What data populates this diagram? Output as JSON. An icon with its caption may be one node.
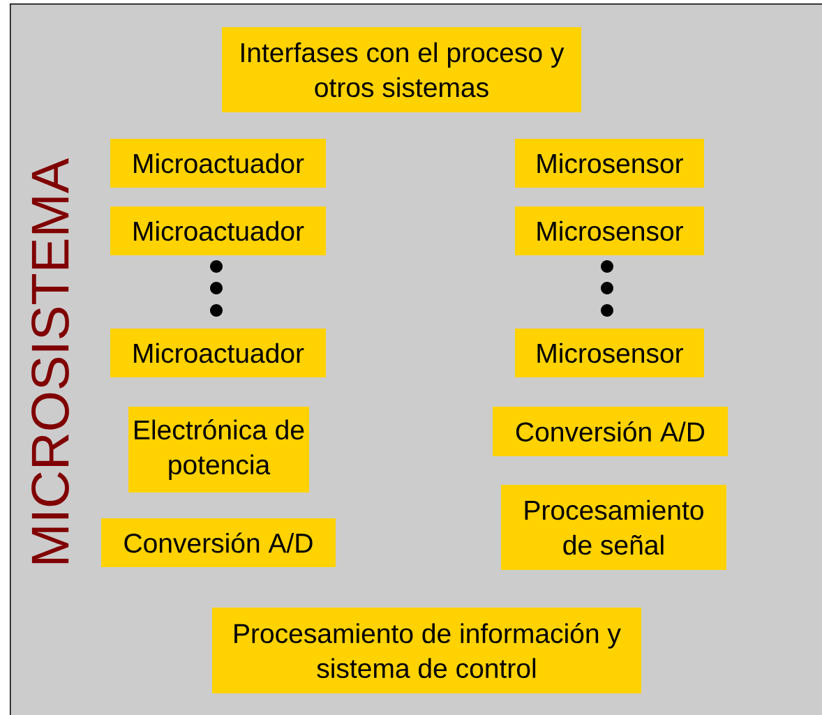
{
  "diagram": {
    "nodes": [
      {
        "text": [
          "MICROSISTEMA"
        ]
      },
      {
        "text": [
          "Interfases con el proceso y otros sistemas"
        ],
        "in": 0
      },
      {
        "text": [
          "Microactuador"
        ],
        "in": 0
      },
      {
        "text": [
          "Microactuador"
        ],
        "in": 0
      },
      {
        "text": [
          "Microactuador"
        ],
        "in": 0
      },
      {
        "text": [
          "Electrónica de potencia"
        ],
        "in": 0
      },
      {
        "text": [
          "Conversión A/D"
        ],
        "in": 0
      },
      {
        "text": [
          "Microsensor"
        ],
        "in": 0
      },
      {
        "text": [
          "Microsensor"
        ],
        "in": 0
      },
      {
        "text": [
          "Microsensor"
        ],
        "in": 0
      },
      {
        "text": [
          "Conversión A/D"
        ],
        "in": 0
      },
      {
        "text": [
          "Procesamiento de señal"
        ],
        "in": 0
      },
      {
        "text": [
          "Procesamiento de información y sistema de control"
        ],
        "in": 0
      }
    ]
  }
}
